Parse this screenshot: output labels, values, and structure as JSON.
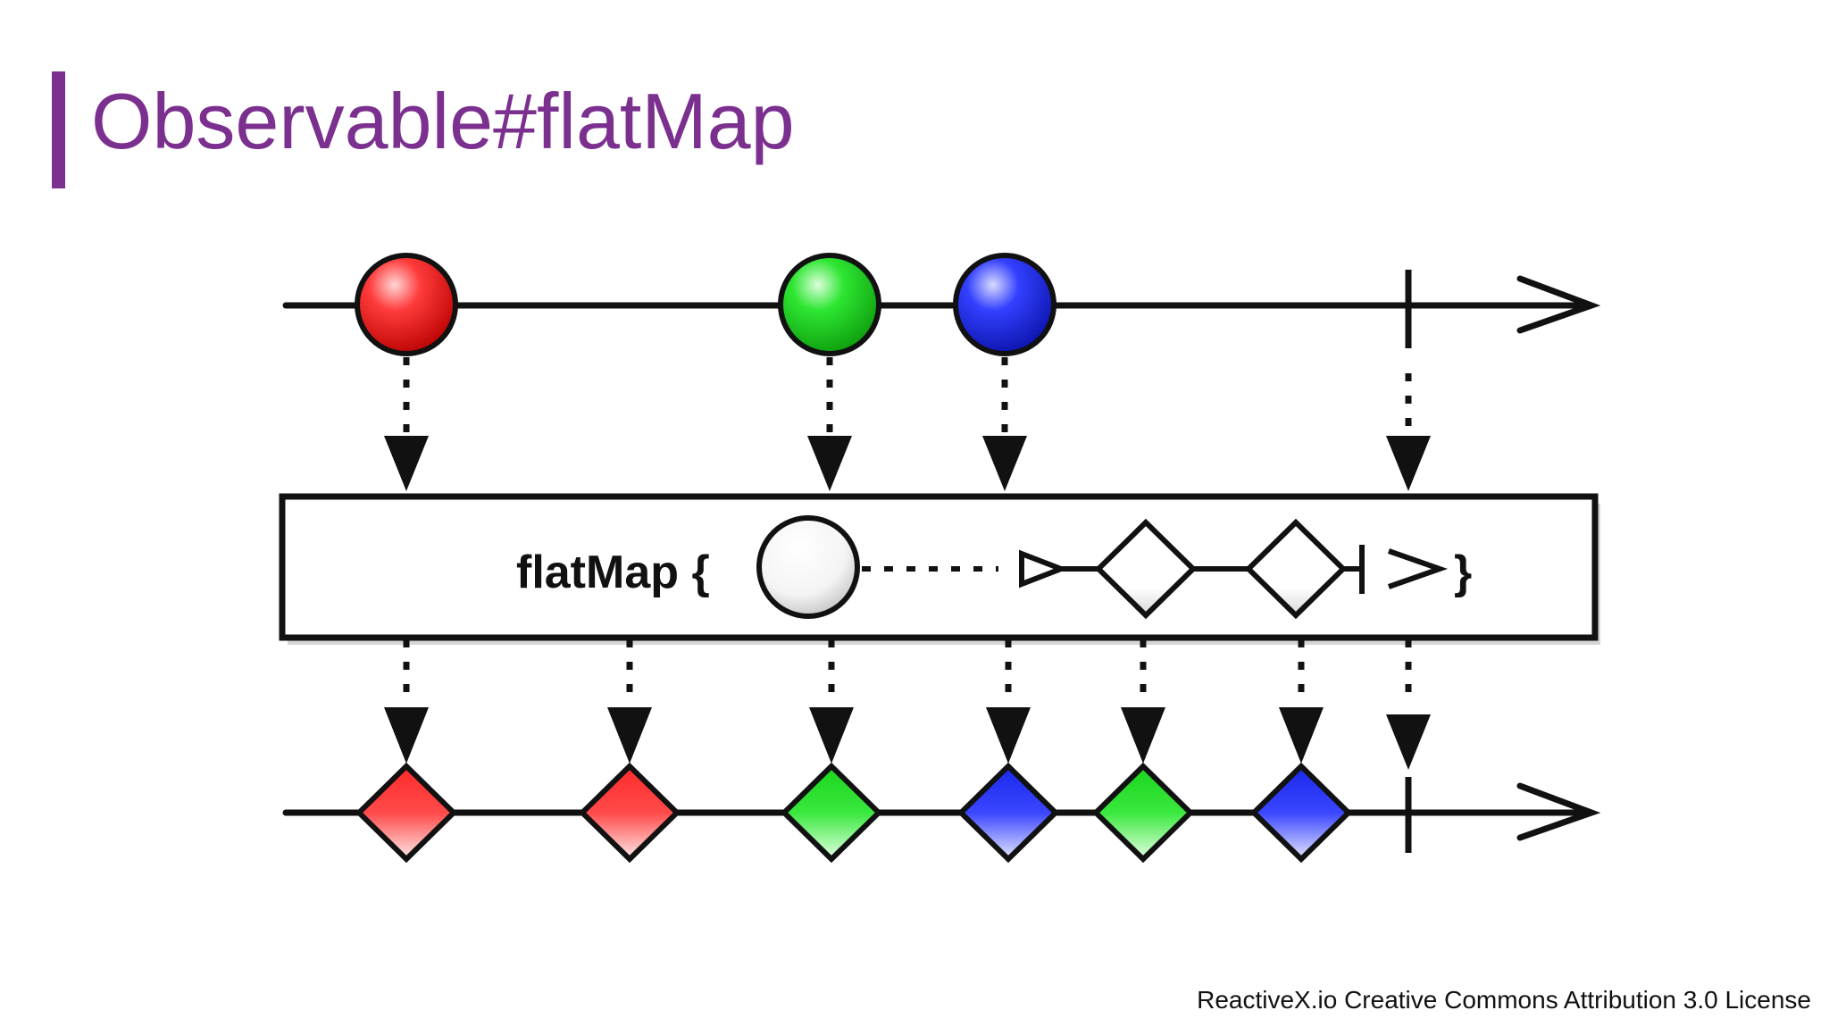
{
  "slide": {
    "title": "Observable#flatMap",
    "license": "ReactiveX.io Creative Commons Attribution 3.0 License",
    "accent_color": "#7b2f8f"
  },
  "diagram": {
    "operator_label": "flatMap {",
    "closing_brace": "}",
    "input_items": [
      {
        "shape": "circle",
        "color": "red"
      },
      {
        "shape": "circle",
        "color": "green"
      },
      {
        "shape": "circle",
        "color": "blue"
      }
    ],
    "output_items": [
      {
        "shape": "diamond",
        "color": "red"
      },
      {
        "shape": "diamond",
        "color": "red"
      },
      {
        "shape": "diamond",
        "color": "green"
      },
      {
        "shape": "diamond",
        "color": "blue"
      },
      {
        "shape": "diamond",
        "color": "green"
      },
      {
        "shape": "diamond",
        "color": "blue"
      }
    ],
    "input_completes": true,
    "output_completes": true,
    "colors": {
      "red": "#e8141a",
      "green": "#17d21b",
      "blue": "#1826e8",
      "outline": "#111111"
    }
  }
}
